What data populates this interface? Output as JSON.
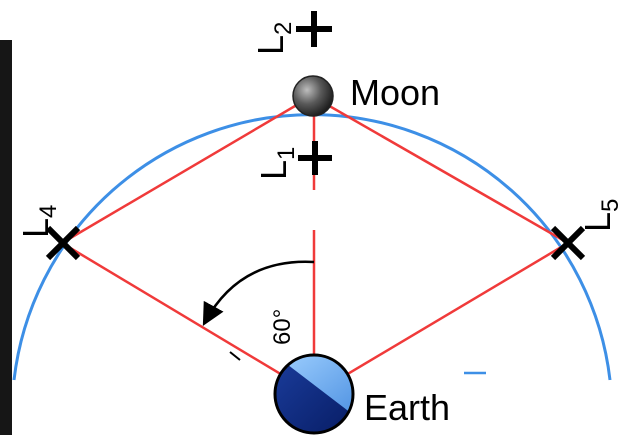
{
  "bodies": {
    "moon": {
      "label": "Moon"
    },
    "earth": {
      "label": "Earth"
    }
  },
  "lagrange_points": [
    {
      "id": "L1",
      "letter": "L",
      "sub": "1"
    },
    {
      "id": "L2",
      "letter": "L",
      "sub": "2"
    },
    {
      "id": "L4",
      "letter": "L",
      "sub": "4"
    },
    {
      "id": "L5",
      "letter": "L",
      "sub": "5"
    }
  ],
  "angle_label": "60°",
  "colors": {
    "orbit": "#3d8fe6",
    "lines": "#f03a3a",
    "markers": "#000000",
    "earth_light": "#6aaaf0",
    "earth_dark": "#0a2a8a",
    "moon": "#4a4a4a",
    "frame_dark": "#1a1a1a"
  }
}
